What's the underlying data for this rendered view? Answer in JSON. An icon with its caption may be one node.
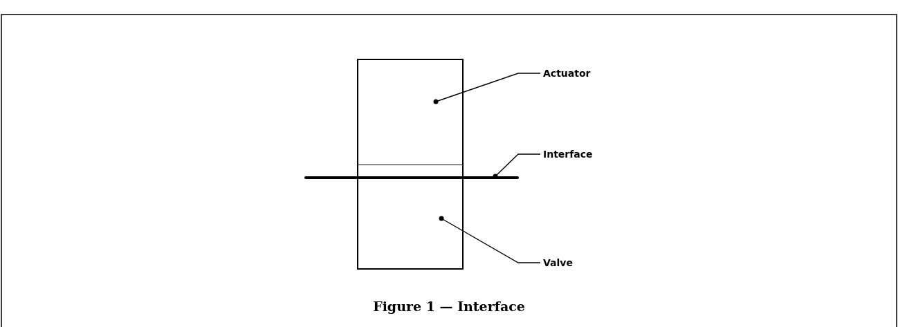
{
  "diagram": {
    "caption": "Figure 1 — Interface",
    "nodes": [
      {
        "text": [
          "Actuator"
        ]
      },
      {
        "text": [],
        "shape": "box"
      },
      {
        "text": [
          "Interface"
        ]
      },
      {
        "text": [],
        "shape": "bar"
      },
      {
        "text": [
          "Valve"
        ]
      },
      {
        "text": [],
        "shape": "box"
      }
    ],
    "edges": [
      {
        "from": 0,
        "to": 1,
        "arrow": "other"
      },
      {
        "from": 2,
        "to": 3,
        "arrow": "other"
      },
      {
        "from": 4,
        "to": 5,
        "arrow": "other"
      }
    ]
  }
}
